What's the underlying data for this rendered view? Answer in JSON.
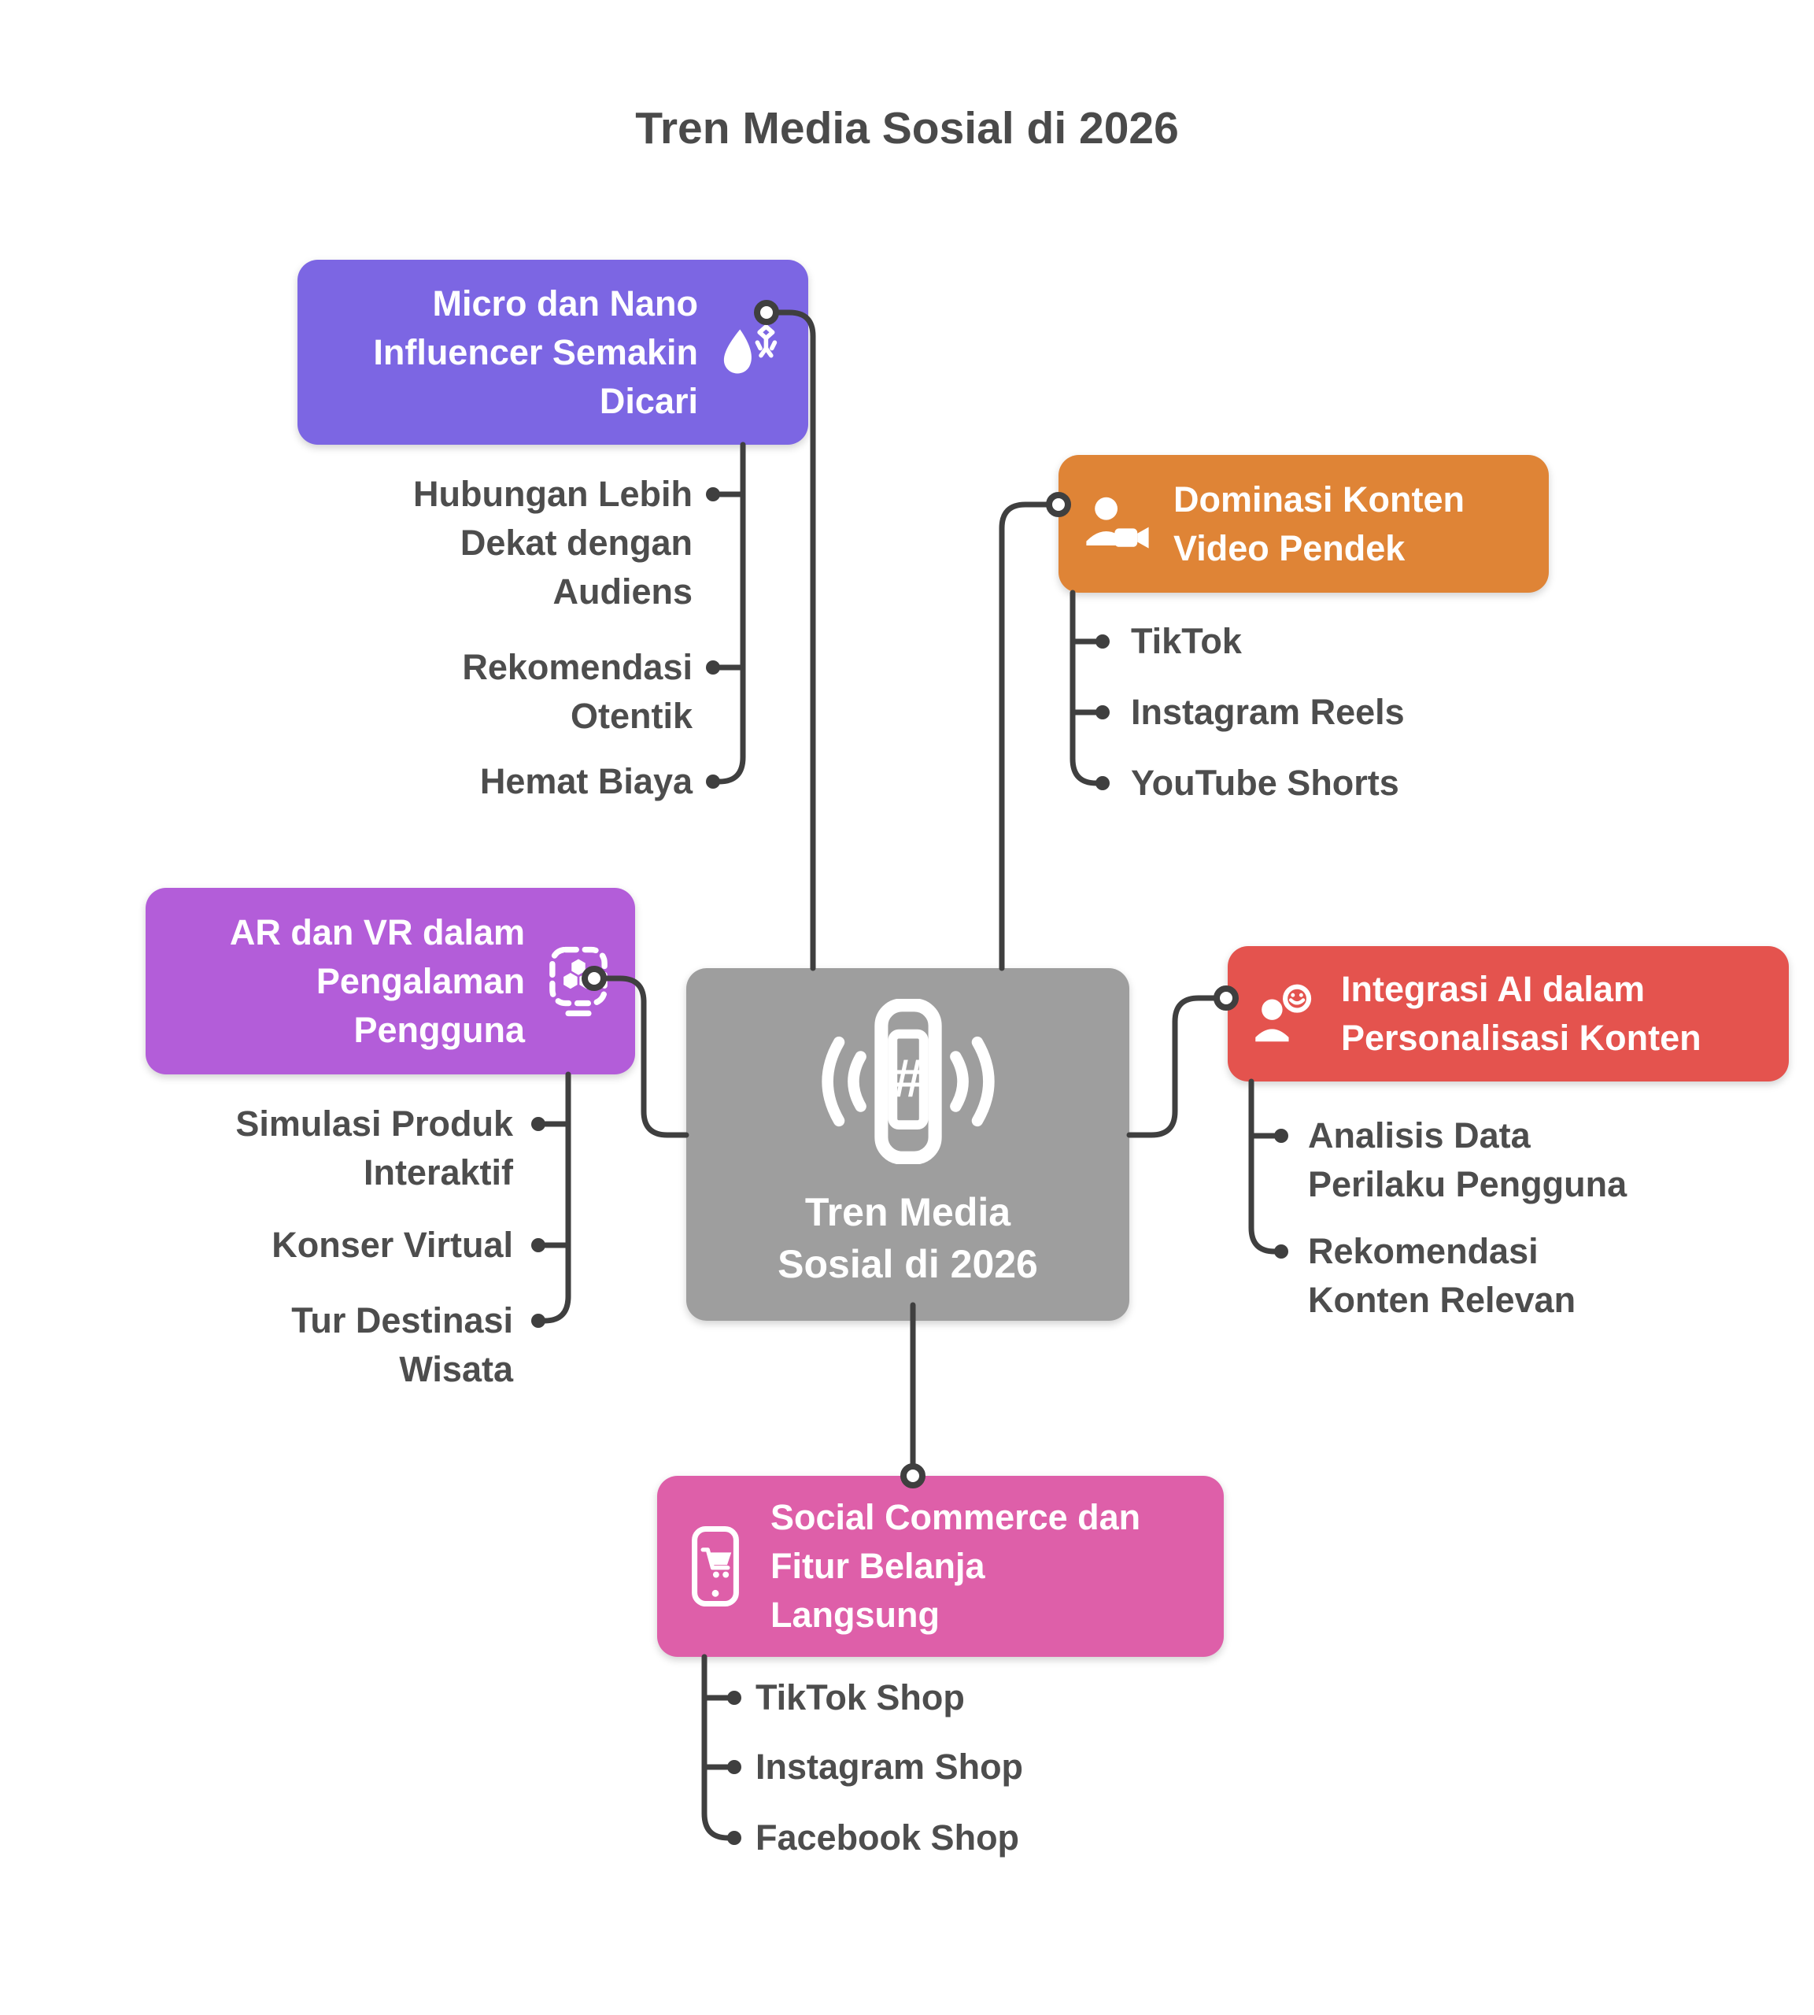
{
  "title": "Tren Media Sosial di 2026",
  "center": {
    "label": "Tren Media\nSosial di 2026",
    "color": "#9E9E9E",
    "icon": "hashtag-phone-icon"
  },
  "branches": [
    {
      "id": "influencer",
      "label": "Micro dan Nano\nInfluencer Semakin\nDicari",
      "color": "#7C66E3",
      "icon": "influencer-drop-icon",
      "children": [
        "Hubungan Lebih\nDekat dengan\nAudiens",
        "Rekomendasi\nOtentik",
        "Hemat Biaya"
      ]
    },
    {
      "id": "short-video",
      "label": "Dominasi Konten\nVideo Pendek",
      "color": "#DF8436",
      "icon": "person-video-icon",
      "children": [
        "TikTok",
        "Instagram Reels",
        "YouTube Shorts"
      ]
    },
    {
      "id": "ar-vr",
      "label": "AR dan VR dalam\nPengalaman\nPengguna",
      "color": "#B35DD9",
      "icon": "ar-object-icon",
      "children": [
        "Simulasi Produk\nInteraktif",
        "Konser Virtual",
        "Tur Destinasi\nWisata"
      ]
    },
    {
      "id": "ai-personalization",
      "label": "Integrasi AI dalam\nPersonalisasi Konten",
      "color": "#E4534E",
      "icon": "person-ai-icon",
      "children": [
        "Analisis Data\nPerilaku Pengguna",
        "Rekomendasi\nKonten Relevan"
      ]
    },
    {
      "id": "social-commerce",
      "label": "Social Commerce dan\nFitur Belanja\nLangsung",
      "color": "#DE5FA9",
      "icon": "shopping-phone-icon",
      "children": [
        "TikTok Shop",
        "Instagram Shop",
        "Facebook Shop"
      ]
    }
  ],
  "colors": {
    "background": "#FFFFFF",
    "title_text": "#4A4A4A",
    "child_text": "#4D4D4D",
    "connector": "#3F3F3F",
    "node_text": "#FFFFFF"
  }
}
